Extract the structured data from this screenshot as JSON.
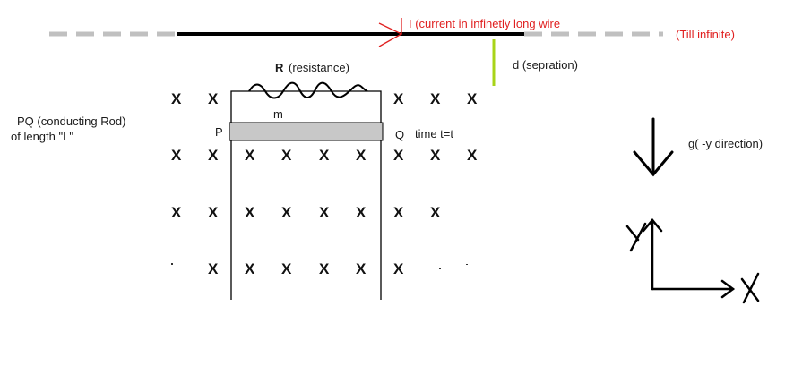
{
  "labels": {
    "current": "I  (current in infinetly long wire",
    "till_infinite": "(Till infinite)",
    "separation": "d (sepration)",
    "resistance_symbol": "R",
    "resistance_text": "(resistance)",
    "mass": "m",
    "rod_line1": "PQ (conducting Rod)",
    "rod_line2": "of length \"L\"",
    "p": "P",
    "q": "Q",
    "time": "time t=t",
    "gravity": "g( -y direction)"
  },
  "field_symbol": "X",
  "colors": {
    "wire": "#000000",
    "dashed": "#c0c0c0",
    "separation": "#a8d418",
    "label_red": "#e02020",
    "rod_fill": "#c8c8c8"
  },
  "icons": [
    "current-arrow-icon",
    "gravity-arrow-icon",
    "axes-icon"
  ]
}
